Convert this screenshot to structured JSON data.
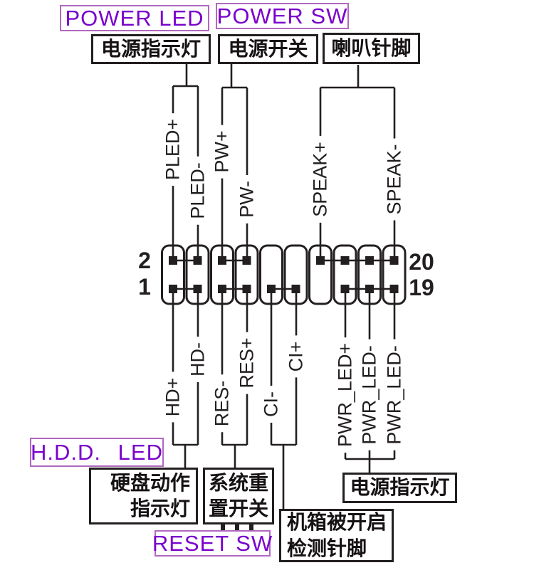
{
  "colors": {
    "accent_purple": "#7a00cc",
    "purple_border": "#b168c0",
    "line_black": "#231f20",
    "background": "#ffffff"
  },
  "en_labels": {
    "power_led": "POWER LED",
    "power_sw": "POWER SW",
    "hdd_led": "H.D.D. LED",
    "reset_sw": "RESET SW"
  },
  "cn_boxes": {
    "power_indicator_top": "电源指示灯",
    "power_switch": "电源开关",
    "speaker_pins": "喇叭针脚",
    "hdd_activity_line1": "硬盘动作",
    "hdd_activity_line2": "指示灯",
    "system_reset_line1": "系统重",
    "system_reset_line2": "置开关",
    "power_indicator_bottom": "电源指示灯",
    "chassis_intrusion_line1": "机箱被开启",
    "chassis_intrusion_line2": "检测针脚"
  },
  "pin_labels": {
    "top": [
      "PLED+",
      "PLED-",
      "PW+",
      "PW-",
      "SPEAK+",
      "SPEAK-"
    ],
    "bottom": [
      "HD+",
      "HD-",
      "RES-",
      "RES+",
      "CI-",
      "CI+",
      "PWR_LED+",
      "PWR_LED-",
      "PWR_LED-"
    ]
  },
  "pin_numbers": {
    "top_left": "2",
    "bottom_left": "1",
    "top_right": "20",
    "bottom_right": "19"
  },
  "header": {
    "columns": 10,
    "rows": 2,
    "top_row_pins_present_columns": [
      1,
      2,
      3,
      4,
      7,
      8,
      9,
      10
    ],
    "bottom_row_pins_present_columns": [
      1,
      2,
      3,
      4,
      5,
      6,
      8,
      9,
      10
    ]
  }
}
